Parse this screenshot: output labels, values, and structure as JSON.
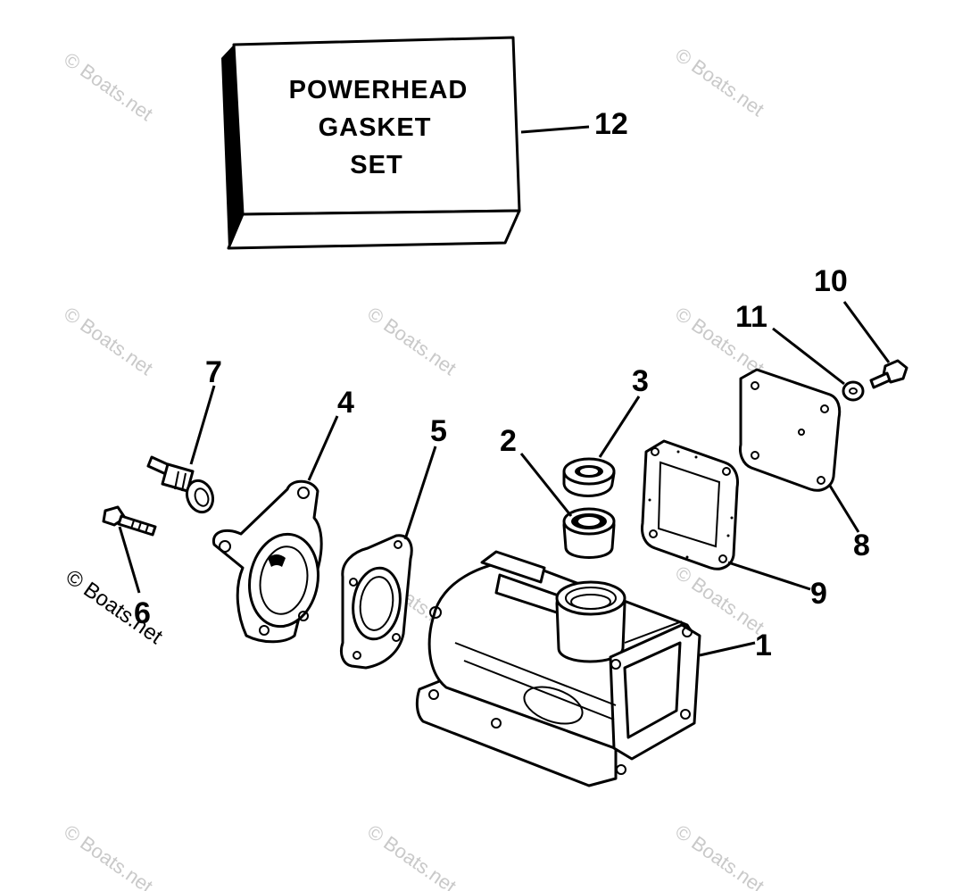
{
  "gasket_box": {
    "line1": "POWERHEAD",
    "line2": "GASKET",
    "line3": "SET"
  },
  "callouts": {
    "c1": "1",
    "c2": "2",
    "c3": "3",
    "c4": "4",
    "c5": "5",
    "c6": "6",
    "c7": "7",
    "c8": "8",
    "c9": "9",
    "c10": "10",
    "c11": "11",
    "c12": "12"
  },
  "watermark": {
    "text": "© Boats.net"
  }
}
